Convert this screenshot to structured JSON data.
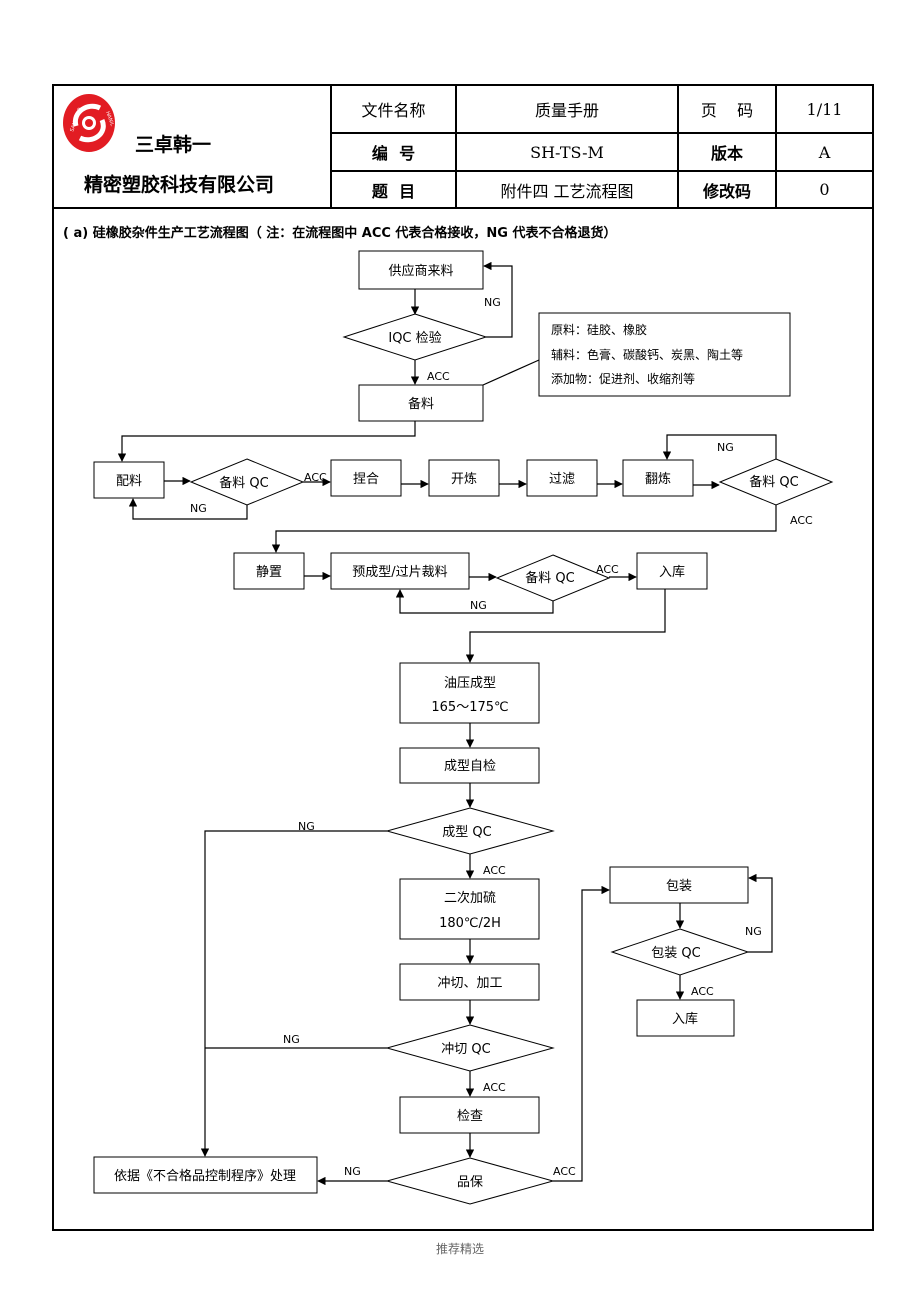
{
  "header": {
    "company_line1": "三卓韩一",
    "company_line2": "精密塑胶科技有限公司",
    "logo_text_left": "SANZHUO",
    "logo_text_right": "HANIL",
    "rows": [
      {
        "label": "文件名称",
        "value": "质量手册",
        "label2": "页    码",
        "value2": "1/11"
      },
      {
        "label": "编  号",
        "value": "SH-TS-M",
        "label2": "版本",
        "value2": "A"
      },
      {
        "label": "题  目",
        "value": "附件四 工艺流程图",
        "label2": "修改码",
        "value2": "0"
      }
    ]
  },
  "note": "( a) 硅橡胶杂件生产工艺流程图（ 注：在流程图中 ACC 代表合格接收，NG 代表不合格退货）",
  "flow": {
    "supplier": "供应商来料",
    "iqc": "IQC 检验",
    "material_note_1": "原料：硅胶、橡胶",
    "material_note_2": "辅料：色膏、碳酸钙、炭黑、陶土等",
    "material_note_3": "添加物：促进剂、收缩剂等",
    "prep": "备料",
    "mixing": "配料",
    "prep_qc": "备料 QC",
    "kneading": "捏合",
    "milling": "开炼",
    "filtering": "过滤",
    "remill": "翻炼",
    "rest": "静置",
    "preform": "预成型/过片裁料",
    "storage": "入库",
    "press_1": "油压成型",
    "press_2": "165～175℃",
    "self_check": "成型自检",
    "form_qc": "成型 QC",
    "cure_1": "二次加硫",
    "cure_2": "180℃/2H",
    "punch": "冲切、加工",
    "punch_qc": "冲切 QC",
    "inspect": "检查",
    "qa": "品保",
    "nonconform": "依据《不合格品控制程序》处理",
    "pack": "包装",
    "pack_qc": "包装 QC",
    "acc": "ACC",
    "ng": "NG"
  },
  "footer": "推荐精选"
}
